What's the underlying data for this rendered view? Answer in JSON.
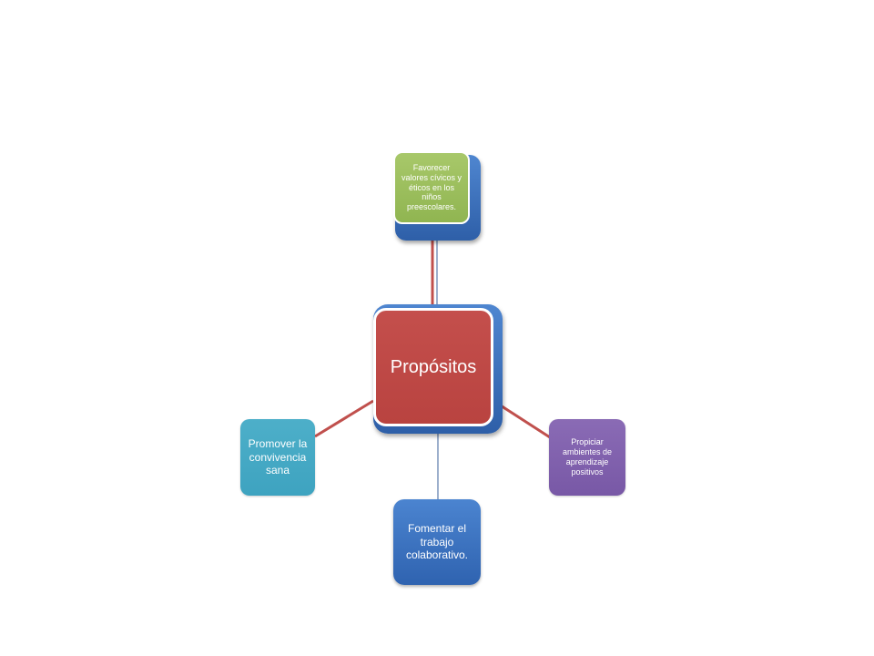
{
  "diagram": {
    "center": {
      "label": "Propósitos",
      "color": "#c0504d"
    },
    "nodes": {
      "top": {
        "label": "Favorecer valores cívicos y éticos en los niños preescolares.",
        "color": "#9bbb59"
      },
      "right": {
        "label": "Propiciar ambientes de aprendizaje positivos",
        "color": "#8064a2"
      },
      "bottom": {
        "label": "Fomentar el trabajo colaborativo.",
        "color": "#3f74c4"
      },
      "left": {
        "label": "Promover la convivencia sana",
        "color": "#4bacc6"
      }
    },
    "connector_color": "#c0504d"
  }
}
